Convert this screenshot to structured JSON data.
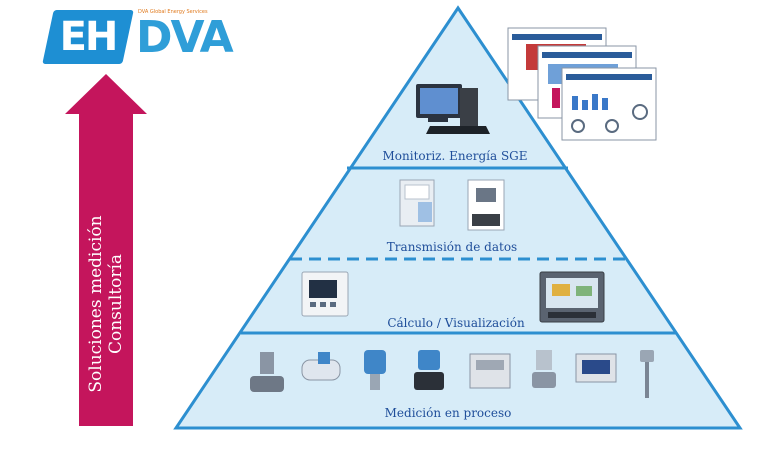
{
  "logos": {
    "eh": "EH",
    "dva": "DVA",
    "dva_tagline": "DVA Global Energy Services"
  },
  "arrow": {
    "line1": "Soluciones medición",
    "line2": "Consultoría",
    "color": "#c4155c"
  },
  "pyramid": {
    "fill": "#d7ecf8",
    "stroke": "#2d8fd0",
    "tiers": [
      {
        "label": "Monitoriz.  Energía SGE",
        "devices": [
          "monitor-icon",
          "dashboard-screenshots-icon"
        ]
      },
      {
        "label": "Transmisión  de datos",
        "devices": [
          "transmitter-module-icon",
          "data-logger-icon"
        ]
      },
      {
        "label": "Cálculo / Visualización",
        "devices": [
          "calculator-unit-icon",
          "graphic-recorder-icon"
        ]
      },
      {
        "label": "Medición  en proceso",
        "devices": [
          "vortex-flowmeter-icon",
          "electromagnetic-flowmeter-icon",
          "pressure-transmitter-icon",
          "magnetic-flowmeter-icon",
          "energy-meter-icon",
          "flow-sensor-icon",
          "display-unit-icon",
          "temperature-probe-icon"
        ]
      }
    ]
  }
}
